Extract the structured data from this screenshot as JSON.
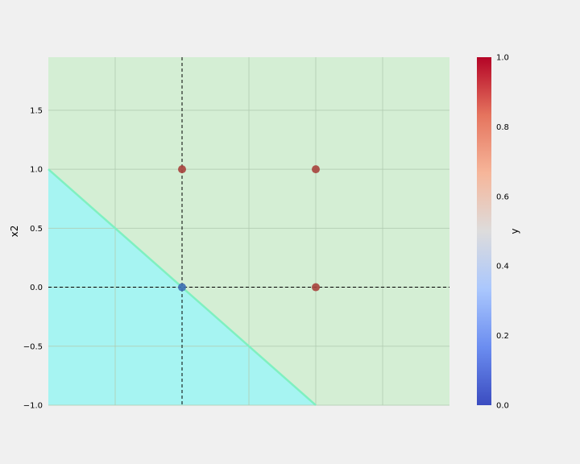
{
  "chart_data": {
    "type": "scatter",
    "title": "",
    "xlabel": "",
    "ylabel": "x2",
    "xlim": [
      -1.0,
      2.0
    ],
    "ylim": [
      -1.0,
      1.95
    ],
    "x_ticks": [],
    "y_ticks": [
      -1.0,
      -0.5,
      0.0,
      0.5,
      1.0,
      1.5
    ],
    "y_tick_labels": [
      "−1.0",
      "−0.5",
      "0.0",
      "0.5",
      "1.0",
      "1.5"
    ],
    "x_gridlines": [
      -0.5,
      0.5,
      1.0,
      1.5
    ],
    "grid": true,
    "reference_lines": {
      "x": 0,
      "y": 0
    },
    "points": [
      {
        "x": 0,
        "y": 0,
        "label": 0
      },
      {
        "x": 0,
        "y": 1,
        "label": 1
      },
      {
        "x": 1,
        "y": 0,
        "label": 1
      },
      {
        "x": 1,
        "y": 1,
        "label": 1
      }
    ],
    "decision_boundary": {
      "equation": "x1 + x2 = 0",
      "line_points": [
        [
          -1.0,
          1.0
        ],
        [
          1.0,
          -1.0
        ]
      ],
      "region_colors": {
        "class_0": "#a6f4f2",
        "class_1": "#d4eed4"
      },
      "boundary_color": "#7ff0c0"
    },
    "point_colors": {
      "class_0": "#3f6fb4",
      "class_1": "#a7423d"
    },
    "colorbar": {
      "label": "y",
      "range": [
        0.0,
        1.0
      ],
      "ticks": [
        0.0,
        0.2,
        0.4,
        0.6,
        0.8,
        1.0
      ],
      "tick_labels": [
        "0.0",
        "0.2",
        "0.4",
        "0.6",
        "0.8",
        "1.0"
      ],
      "colormap": "coolwarm",
      "stops": [
        "#3b4cc0",
        "#6b8df0",
        "#aac7fd",
        "#dddcdc",
        "#f6b69a",
        "#e5745e",
        "#b40426"
      ]
    }
  }
}
